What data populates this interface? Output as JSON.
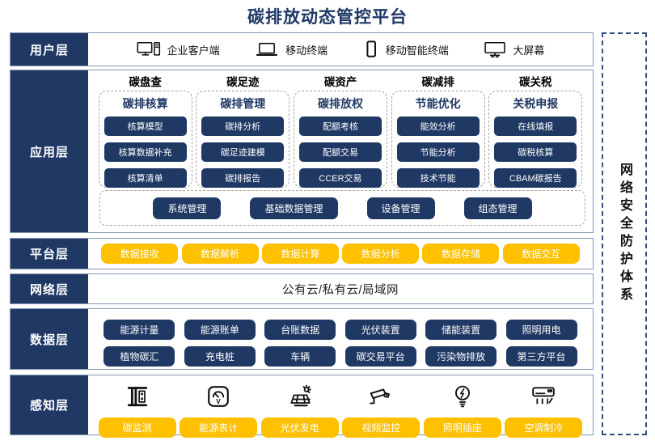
{
  "title": "碳排放动态管控平台",
  "security": {
    "label": "网络安全防护体系"
  },
  "user_layer": {
    "label": "用户层",
    "items": [
      {
        "icon": "desktop-pc-icon",
        "label": "企业客户端"
      },
      {
        "icon": "laptop-icon",
        "label": "移动终端"
      },
      {
        "icon": "smartphone-icon",
        "label": "移动智能终端"
      },
      {
        "icon": "big-screen-icon",
        "label": "大屏幕"
      }
    ]
  },
  "app_layer": {
    "label": "应用层",
    "groups": [
      {
        "category": "碳盘查",
        "title": "碳排核算",
        "buttons": [
          "核算模型",
          "核算数据补充",
          "核算清单"
        ]
      },
      {
        "category": "碳足迹",
        "title": "碳排管理",
        "buttons": [
          "碳排分析",
          "碳足迹建模",
          "碳排报告"
        ]
      },
      {
        "category": "碳资产",
        "title": "碳排放权",
        "buttons": [
          "配额考核",
          "配额交易",
          "CCER交易"
        ]
      },
      {
        "category": "碳减排",
        "title": "节能优化",
        "buttons": [
          "能效分析",
          "节能分析",
          "技术节能"
        ]
      },
      {
        "category": "碳关税",
        "title": "关税申报",
        "buttons": [
          "在线填报",
          "碳税核算",
          "CBAM碳报告"
        ]
      }
    ],
    "common_buttons": [
      "系统管理",
      "基础数据管理",
      "设备管理",
      "组态管理"
    ]
  },
  "platform_layer": {
    "label": "平台层",
    "buttons": [
      "数据接收",
      "数据解析",
      "数据计算",
      "数据分析",
      "数据存储",
      "数据交互"
    ]
  },
  "network_layer": {
    "label": "网络层",
    "text": "公有云/私有云/局域网"
  },
  "data_layer": {
    "label": "数据层",
    "row1": [
      "能源计量",
      "能源账单",
      "台账数据",
      "光伏装置",
      "储能装置",
      "照明用电"
    ],
    "row2": [
      "植物碳汇",
      "充电桩",
      "车辆",
      "碳交易平台",
      "污染物排放",
      "第三方平台"
    ]
  },
  "perception_layer": {
    "label": "感知层",
    "items": [
      {
        "icon": "carbon-monitor-icon",
        "label": "碳监测"
      },
      {
        "icon": "energy-meter-icon",
        "label": "能源表计"
      },
      {
        "icon": "solar-pv-icon",
        "label": "光伏发电"
      },
      {
        "icon": "cctv-camera-icon",
        "label": "视频监控"
      },
      {
        "icon": "light-socket-icon",
        "label": "照明插座"
      },
      {
        "icon": "air-conditioner-icon",
        "label": "空调制冷"
      }
    ]
  },
  "colors": {
    "navy": "#1F3864",
    "gold": "#FFC000",
    "row_border": "#8496B0",
    "dashed_gray": "#A6A6A6",
    "security_border": "#32507F",
    "title_text": "#1F3864"
  }
}
